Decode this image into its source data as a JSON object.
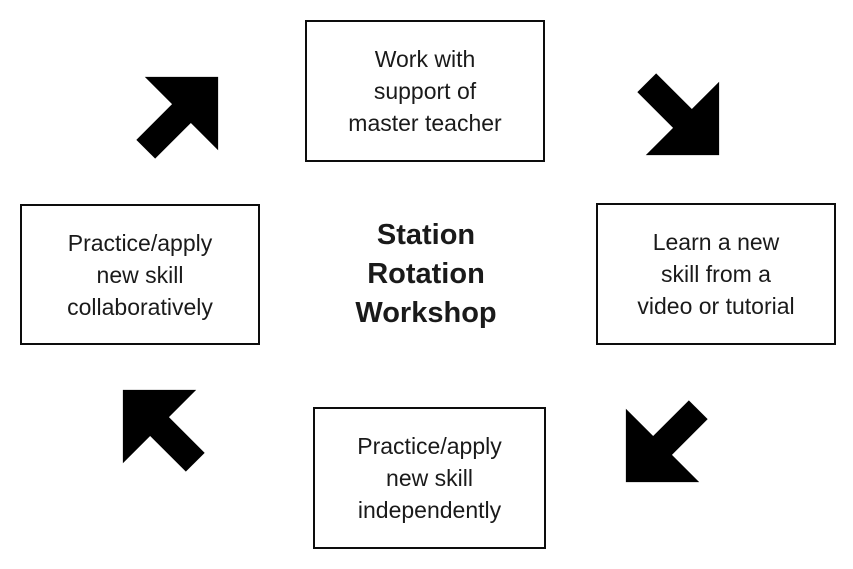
{
  "title": {
    "text": "Station\nRotation\nWorkshop"
  },
  "stations": {
    "top": {
      "text": "Work with\nsupport of\nmaster teacher"
    },
    "right": {
      "text": "Learn a new\nskill from a\nvideo or tutorial"
    },
    "bottom": {
      "text": "Practice/apply\nnew skill\nindependently"
    },
    "left": {
      "text": "Practice/apply\nnew skill\ncollaboratively"
    }
  },
  "icons": {
    "top_left_arrow": "up-right-arrow",
    "top_right_arrow": "down-right-arrow",
    "bottom_right_arrow": "down-left-arrow",
    "bottom_left_arrow": "up-left-arrow"
  },
  "colors": {
    "ink": "#000000",
    "text": "#1a1a1a",
    "border": "#0d0d0d",
    "background": "#ffffff"
  }
}
